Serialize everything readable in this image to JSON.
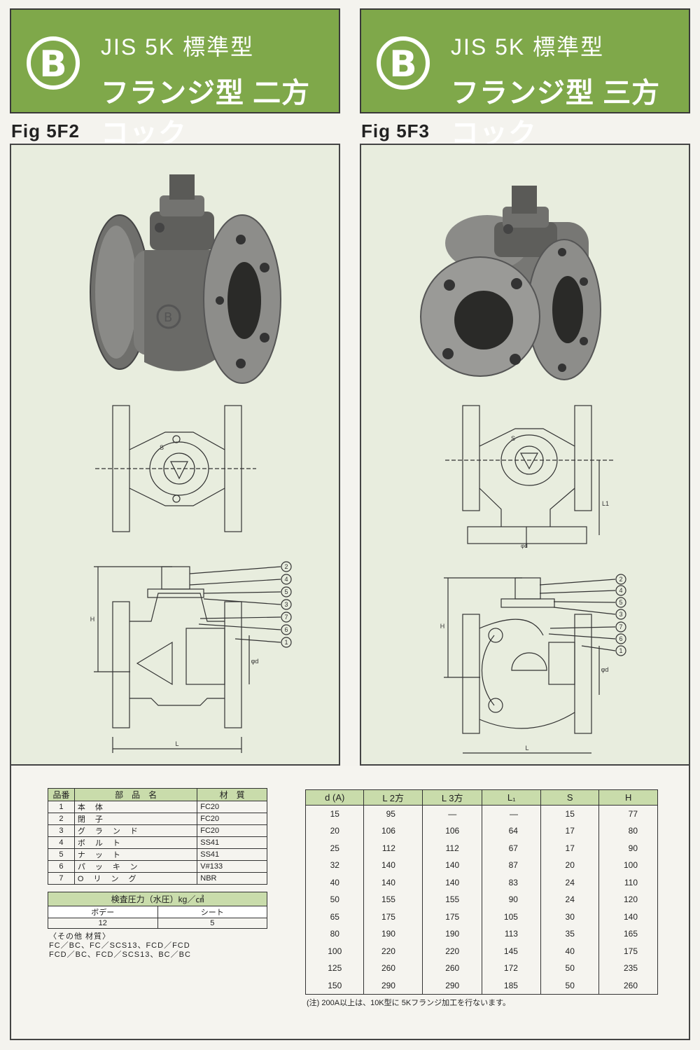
{
  "left": {
    "spec_line": "JIS 5K 標準型",
    "title_line": "フランジ型 二方コック",
    "logo_letter": "B",
    "fig_label": "Fig 5F2"
  },
  "right": {
    "spec_line": "JIS 5K 標準型",
    "title_line": "フランジ型 三方コック",
    "logo_letter": "B",
    "fig_label": "Fig 5F3"
  },
  "drawing_labels": {
    "callouts_left": [
      "2",
      "4",
      "5",
      "3",
      "7",
      "6",
      "1"
    ],
    "callouts_right": [
      "2",
      "4",
      "5",
      "3",
      "7",
      "6",
      "1"
    ],
    "H": "H",
    "L": "L",
    "phi_d": "φd",
    "L1": "L1",
    "S": "S"
  },
  "parts_table": {
    "headers": [
      "品番",
      "部　品　名",
      "材　質"
    ],
    "rows": [
      [
        "1",
        "本体",
        "FC20"
      ],
      [
        "2",
        "閉子",
        "FC20"
      ],
      [
        "3",
        "グランド",
        "FC20"
      ],
      [
        "4",
        "ボルト",
        "SS41"
      ],
      [
        "5",
        "ナット",
        "SS41"
      ],
      [
        "6",
        "パッキン",
        "V#133"
      ],
      [
        "7",
        "Oリング",
        "NBR"
      ]
    ]
  },
  "pressure_table": {
    "title": "検査圧力（水圧）kg／㎠",
    "headers": [
      "ボデー",
      "シート"
    ],
    "values": [
      "12",
      "5"
    ]
  },
  "other_materials": {
    "label": "〈その他 材質〉",
    "line1": "FC／BC、FC／SCS13、FCD／FCD",
    "line2": "FCD／BC、FCD／SCS13、BC／BC"
  },
  "dimensions_table": {
    "headers": [
      "d (A)",
      "L 2方",
      "L 3方",
      "L₁",
      "S",
      "H"
    ],
    "rows": [
      [
        "15",
        "95",
        "—",
        "—",
        "15",
        "77"
      ],
      [
        "20",
        "106",
        "106",
        "64",
        "17",
        "80"
      ],
      [
        "25",
        "112",
        "112",
        "67",
        "17",
        "90"
      ],
      [
        "32",
        "140",
        "140",
        "87",
        "20",
        "100"
      ],
      [
        "40",
        "140",
        "140",
        "83",
        "24",
        "110"
      ],
      [
        "50",
        "155",
        "155",
        "90",
        "24",
        "120"
      ],
      [
        "65",
        "175",
        "175",
        "105",
        "30",
        "140"
      ],
      [
        "80",
        "190",
        "190",
        "113",
        "35",
        "165"
      ],
      [
        "100",
        "220",
        "220",
        "145",
        "40",
        "175"
      ],
      [
        "125",
        "260",
        "260",
        "172",
        "50",
        "235"
      ],
      [
        "150",
        "290",
        "290",
        "185",
        "50",
        "260"
      ]
    ],
    "note": "(注) 200A以上は、10K型に 5Kフランジ加工を行ないます。"
  }
}
